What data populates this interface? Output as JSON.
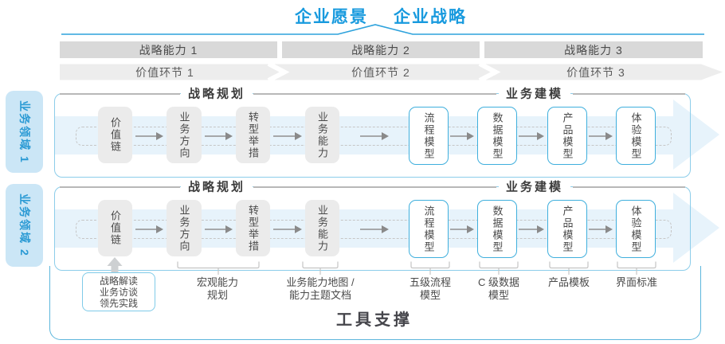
{
  "header": {
    "vision": "企业愿景",
    "strategy": "企业战略"
  },
  "capability_bands": [
    "战略能力 1",
    "战略能力 2",
    "战略能力 3"
  ],
  "value_links": [
    "价值环节 1",
    "价值环节 2",
    "价值环节 3"
  ],
  "domains": [
    "业务领域 1",
    "业务领域 2"
  ],
  "rows": [
    {
      "section_titles": [
        "战略规划",
        "业务建模"
      ],
      "boxes": [
        {
          "label": "价值链",
          "style": "gray"
        },
        {
          "label": "业务方向",
          "style": "gray"
        },
        {
          "label": "转型举措",
          "style": "gray"
        },
        {
          "label": "业务能力",
          "style": "gray"
        },
        {
          "label": "流程模型",
          "style": "outline"
        },
        {
          "label": "数据模型",
          "style": "outline"
        },
        {
          "label": "产品模型",
          "style": "outline"
        },
        {
          "label": "体验模型",
          "style": "outline"
        }
      ]
    },
    {
      "section_titles": [
        "战略规划",
        "业务建模"
      ],
      "boxes": [
        {
          "label": "价值链",
          "style": "gray"
        },
        {
          "label": "业务方向",
          "style": "gray"
        },
        {
          "label": "转型举措",
          "style": "gray"
        },
        {
          "label": "业务能力",
          "style": "gray"
        },
        {
          "label": "流程模型",
          "style": "outline"
        },
        {
          "label": "数据模型",
          "style": "outline"
        },
        {
          "label": "产品模型",
          "style": "outline"
        },
        {
          "label": "体验模型",
          "style": "outline"
        }
      ]
    }
  ],
  "annotations": {
    "practice_box_lines": [
      "战略解读",
      "业务访谈",
      "领先实践"
    ],
    "labels": [
      [
        "宏观能力",
        "规划"
      ],
      [
        "业务能力地图 /",
        "能力主题文档"
      ],
      [
        "五级流程",
        "模型"
      ],
      [
        "C 级数据",
        "模型"
      ],
      [
        "产品模板"
      ],
      [
        "界面标准"
      ]
    ]
  },
  "footer": {
    "tool_support": "工具支撑"
  },
  "colors": {
    "accent_blue": "#189ade",
    "capability_band_gray": "#d9d9d9",
    "value_band_gray": "#ededed",
    "row_border_cyan": "#8ccdea",
    "outline_box_cyan": "#3fafdd",
    "flow_band_blue": "#e7f3fb",
    "domain_fill_blue": "#cbe6f6",
    "domain_text_blue": "#2b9ad4"
  }
}
